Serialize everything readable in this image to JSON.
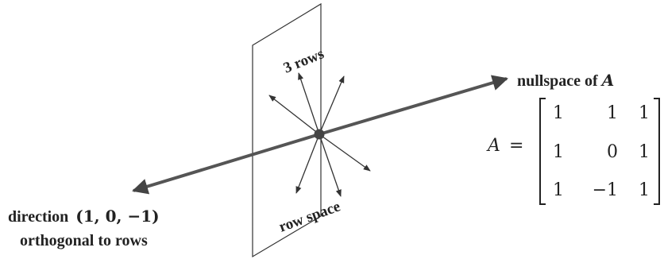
{
  "labels": {
    "rows": "3 rows",
    "row_space": "row space",
    "nullspace_prefix": "nullspace of ",
    "nullspace_var": "A",
    "direction_word": "direction",
    "direction_vector": "(1, 0, −1)",
    "orthogonal": "orthogonal to rows"
  },
  "matrix": {
    "name": "A",
    "equals": "=",
    "rows": [
      [
        "1",
        "1",
        "1"
      ],
      [
        "1",
        "0",
        "1"
      ],
      [
        "1",
        "−1",
        "1"
      ]
    ]
  },
  "colors": {
    "line": "#555555",
    "arrow": "#444444",
    "text": "#222222"
  }
}
